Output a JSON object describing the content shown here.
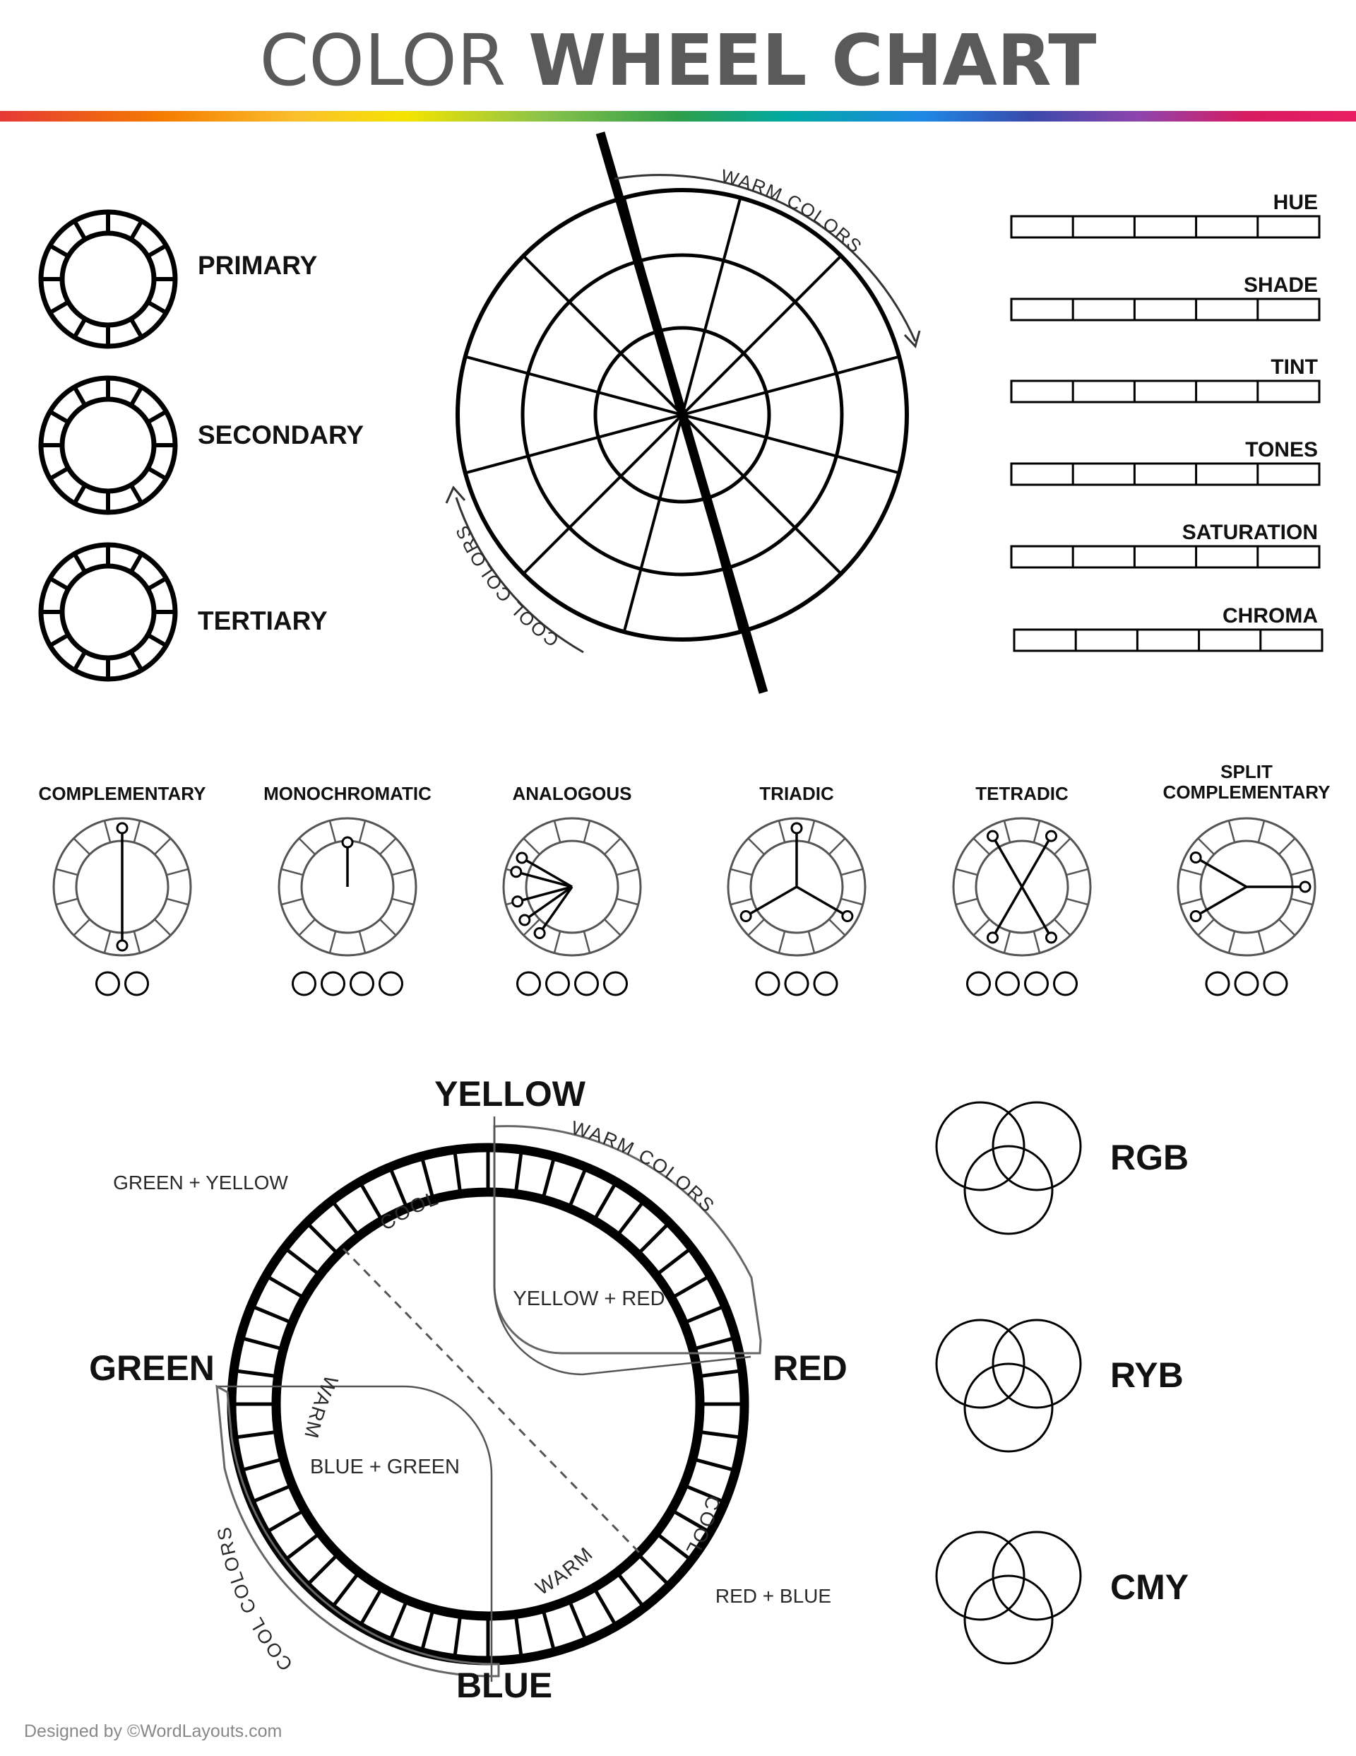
{
  "header": {
    "title_light": "COLOR",
    "title_bold": "WHEEL CHART"
  },
  "rainbow_colors": [
    "#e53935",
    "#f57c00",
    "#fbc02d",
    "#f4e400",
    "#8bc34a",
    "#2e9e4a",
    "#00a9a3",
    "#1e88e5",
    "#3949ab",
    "#8e44ad",
    "#d81b60",
    "#e91e63"
  ],
  "color_types": {
    "items": [
      {
        "label": "PRIMARY"
      },
      {
        "label": "SECONDARY"
      },
      {
        "label": "TERTIARY"
      }
    ]
  },
  "main_wheel": {
    "warm_label": "WARM COLORS",
    "cool_label": "COOL COLORS",
    "segments": 12,
    "rings": 3
  },
  "properties": {
    "items": [
      {
        "label": "HUE",
        "boxes": 5
      },
      {
        "label": "SHADE",
        "boxes": 5
      },
      {
        "label": "TINT",
        "boxes": 5
      },
      {
        "label": "TONES",
        "boxes": 5
      },
      {
        "label": "SATURATION",
        "boxes": 5
      },
      {
        "label": "CHROMA",
        "boxes": 5
      }
    ]
  },
  "harmonies": {
    "items": [
      {
        "label": "COMPLEMENTARY",
        "swatches": 2
      },
      {
        "label": "MONOCHROMATIC",
        "swatches": 4
      },
      {
        "label": "ANALOGOUS",
        "swatches": 4
      },
      {
        "label": "TRIADIC",
        "swatches": 3
      },
      {
        "label": "TETRADIC",
        "swatches": 4
      },
      {
        "label": "SPLIT COMPLEMENTARY",
        "label_line1": "SPLIT",
        "label_line2": "COMPLEMENTARY",
        "swatches": 3
      }
    ]
  },
  "big_wheel": {
    "yellow": "YELLOW",
    "red": "RED",
    "blue": "BLUE",
    "green": "GREEN",
    "green_yellow": "GREEN + YELLOW",
    "red_blue": "RED + BLUE",
    "yellow_red": "YELLOW + RED",
    "blue_green": "BLUE + GREEN",
    "warm_colors": "WARM COLORS",
    "cool_colors": "COOL COLORS",
    "cool_top": "COOL",
    "warm_left": "WARM",
    "cool_right": "COOL",
    "warm_bottom": "WARM",
    "segments": 48
  },
  "color_models": {
    "items": [
      {
        "label": "RGB"
      },
      {
        "label": "RYB"
      },
      {
        "label": "CMY"
      }
    ]
  },
  "footer": {
    "credit": "Designed by ©WordLayouts.com"
  }
}
